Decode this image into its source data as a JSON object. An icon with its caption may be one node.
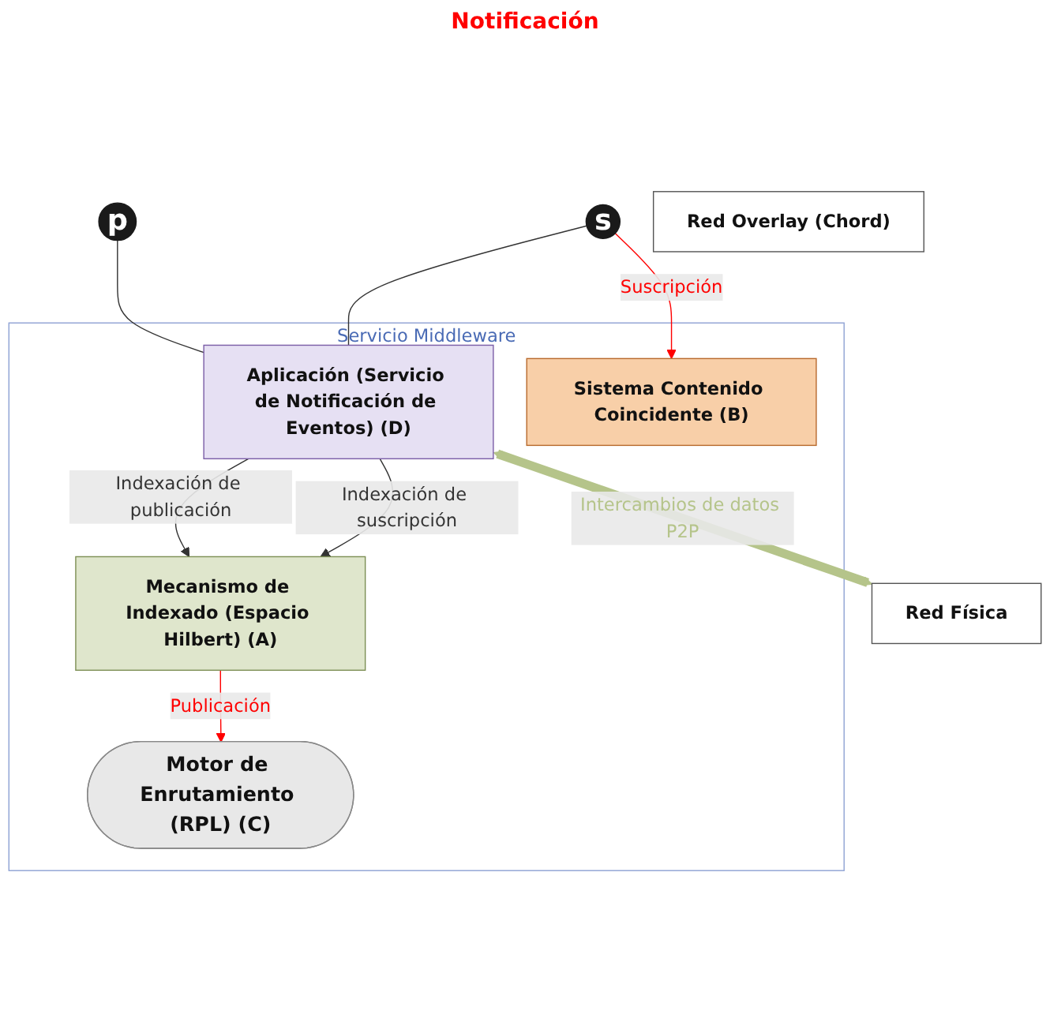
{
  "diagram": {
    "nodes": [
      {
        "text": [
          "p"
        ]
      },
      {
        "text": [
          "s"
        ]
      },
      {
        "text": [
          "Servicio Middleware"
        ]
      },
      {
        "text": [
          "Aplicación (Servicio de Notificación de Eventos) (D)"
        ],
        "in": 2
      },
      {
        "text": [
          "Mecanismo de Indexado (Espacio Hilbert) (A)"
        ],
        "in": 2
      },
      {
        "text": [
          "Sistema Contenido Coincidente (B)"
        ],
        "in": 2
      },
      {
        "text": [
          "Motor de Enrutamiento (RPL) (C)"
        ],
        "in": 2
      },
      {
        "text": [
          "Red Overlay (Chord)"
        ]
      },
      {
        "text": [
          "Red Física"
        ]
      }
    ],
    "edges": [
      {
        "from": 0,
        "to": 3,
        "arrow": "none"
      },
      {
        "from": 1,
        "to": 3,
        "arrow": "none"
      },
      {
        "from": 3,
        "to": 4,
        "arrow": "to",
        "label": "Indexación de publicación"
      },
      {
        "from": 3,
        "to": 4,
        "arrow": "to",
        "label": "Indexación de suscripción"
      },
      {
        "from": 1,
        "to": 5,
        "arrow": "to",
        "label": "Suscripción",
        "color": "#ff0000"
      },
      {
        "from": 4,
        "to": 6,
        "arrow": "to",
        "label": "Publicación",
        "color": "#ff0000"
      },
      {
        "from": 3,
        "to": 8,
        "arrow": "both",
        "label": "Intercambios de datos P2P",
        "style": "thick",
        "color": "#b5c48a"
      }
    ],
    "labels": [
      "Notificación"
    ]
  }
}
